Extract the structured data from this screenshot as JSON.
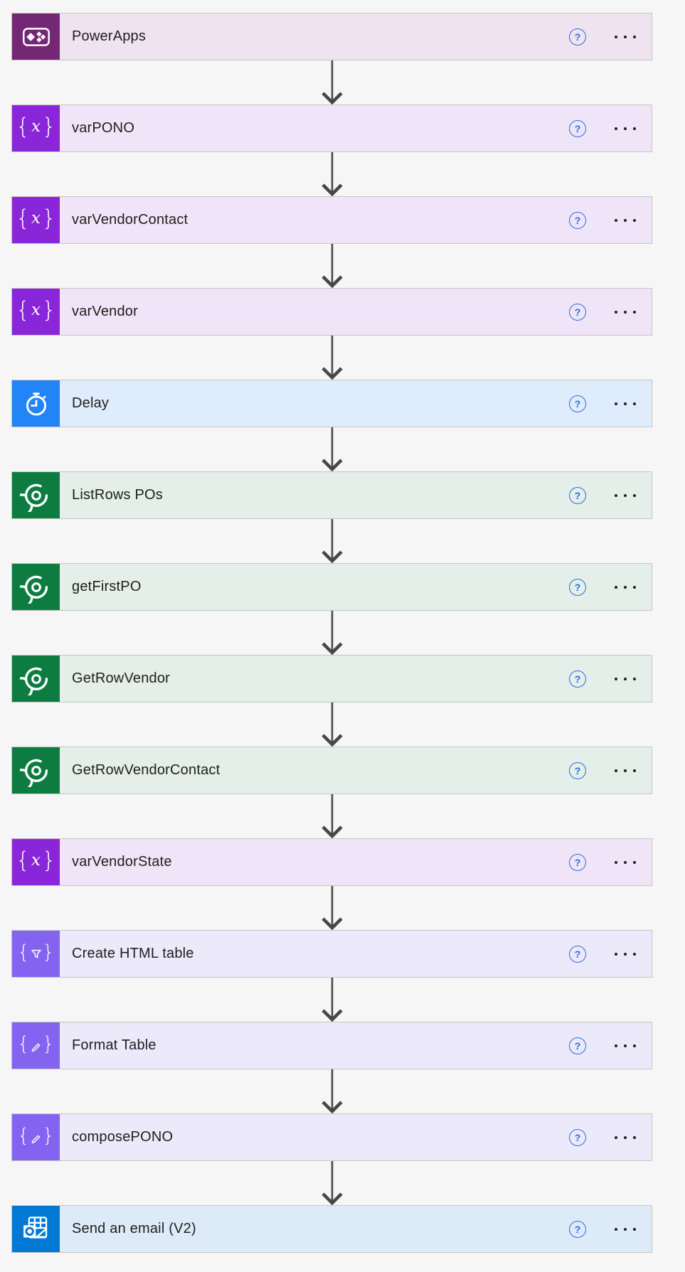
{
  "flow": {
    "help_glyph": "?",
    "steps": [
      {
        "label": "PowerApps",
        "icon": "powerapps-icon",
        "family": "powerapps"
      },
      {
        "label": "varPONO",
        "icon": "variable-icon",
        "family": "variable"
      },
      {
        "label": "varVendorContact",
        "icon": "variable-icon",
        "family": "variable"
      },
      {
        "label": "varVendor",
        "icon": "variable-icon",
        "family": "variable"
      },
      {
        "label": "Delay",
        "icon": "stopwatch-icon",
        "family": "delay"
      },
      {
        "label": "ListRows POs",
        "icon": "dataverse-icon",
        "family": "dataverse"
      },
      {
        "label": "getFirstPO",
        "icon": "dataverse-icon",
        "family": "dataverse"
      },
      {
        "label": "GetRowVendor",
        "icon": "dataverse-icon",
        "family": "dataverse"
      },
      {
        "label": "GetRowVendorContact",
        "icon": "dataverse-icon",
        "family": "dataverse"
      },
      {
        "label": "varVendorState",
        "icon": "variable-icon",
        "family": "variable"
      },
      {
        "label": "Create HTML table",
        "icon": "create-html-table-icon",
        "family": "dataops"
      },
      {
        "label": "Format Table",
        "icon": "compose-icon",
        "family": "dataops"
      },
      {
        "label": "composePONO",
        "icon": "compose-icon",
        "family": "dataops"
      },
      {
        "label": "Send an email (V2)",
        "icon": "outlook-icon",
        "family": "outlook"
      }
    ]
  },
  "colors": {
    "powerapps": {
      "icon_bg": "#742774",
      "card_bg": "#efe3ef"
    },
    "variable": {
      "icon_bg": "#8a26d9",
      "card_bg": "#f0e5f8"
    },
    "delay": {
      "icon_bg": "#2184f7",
      "card_bg": "#dfecfb"
    },
    "dataverse": {
      "icon_bg": "#0e7c41",
      "card_bg": "#e3efe8"
    },
    "dataops": {
      "icon_bg": "#8363ef",
      "card_bg": "#ece9fb"
    },
    "outlook": {
      "icon_bg": "#0078d4",
      "card_bg": "#ddebf8"
    },
    "arrow": "#474747",
    "help_blue": "#2b6ce1",
    "canvas_bg": "#f6f6f6"
  }
}
